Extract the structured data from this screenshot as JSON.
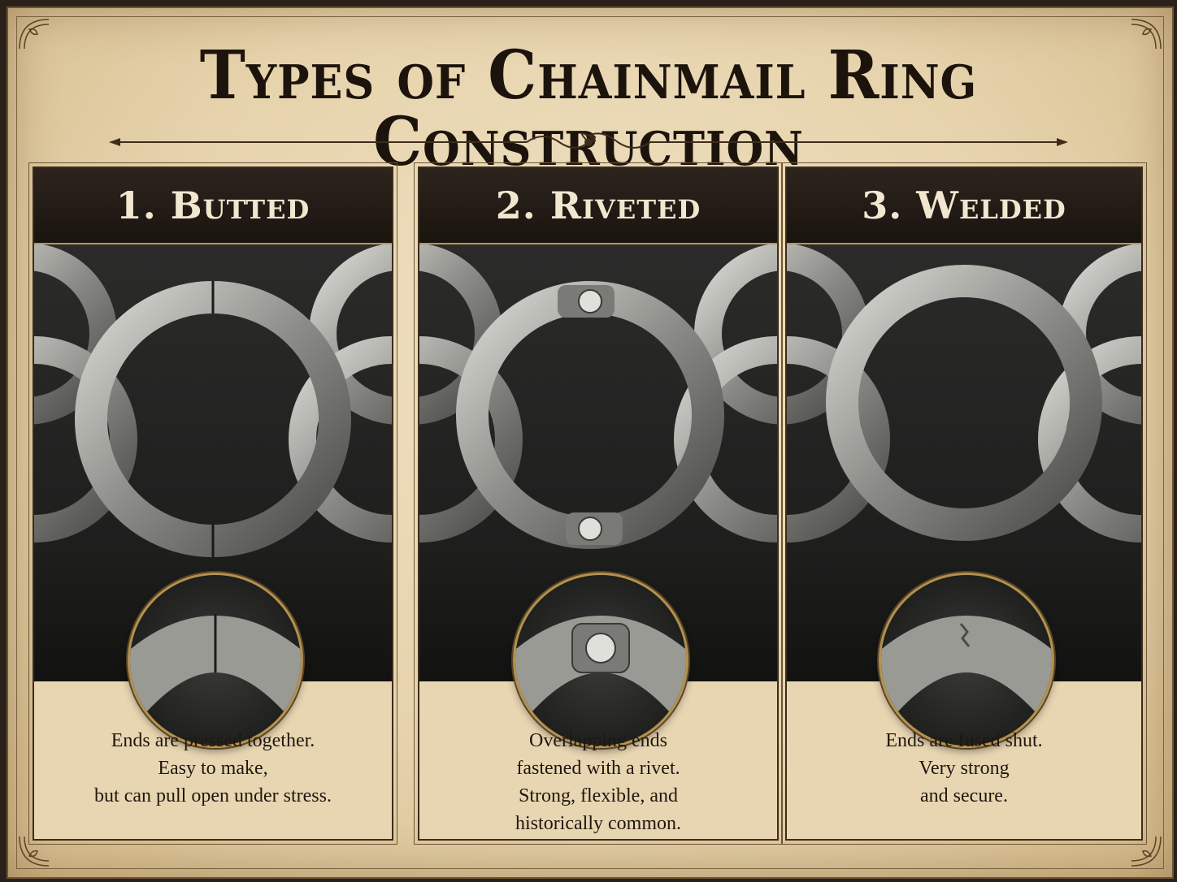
{
  "title": "Types of Chainmail Ring Construction",
  "colors": {
    "parchment": "#e6d3ac",
    "header_bg": "#1a140f",
    "header_text": "#f1e6cf",
    "gold": "#b3924f",
    "ink": "#1c140c"
  },
  "panels": [
    {
      "heading": "1. Butted",
      "caption_lines": [
        "Ends are pressed together.",
        "Easy to make,",
        "but can pull open under stress."
      ],
      "icon": "butted-ring-icon"
    },
    {
      "heading": "2. Riveted",
      "caption_lines": [
        "Overlapping ends",
        "fastened with a rivet.",
        "Strong, flexible, and",
        "historically common."
      ],
      "icon": "riveted-ring-icon"
    },
    {
      "heading": "3. Welded",
      "caption_lines": [
        "Ends are fused shut.",
        "Very strong",
        "and secure."
      ],
      "icon": "welded-ring-icon"
    }
  ]
}
